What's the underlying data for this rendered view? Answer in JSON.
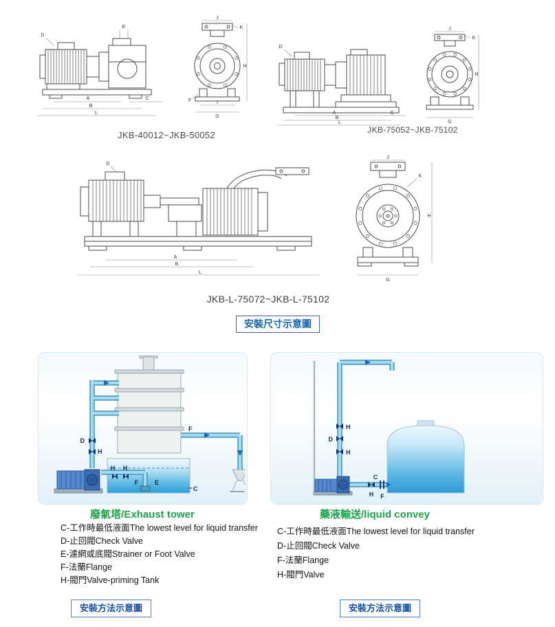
{
  "captions": {
    "group1": "JKB-40012~JKB-50052",
    "group2": "JKB-75052~JKB-75102",
    "group3": "JKB-L-75072~JKB-L-75102"
  },
  "badges": {
    "dimensions": "安裝尺寸示意圖",
    "method": "安裝方法示意圖"
  },
  "dims": {
    "side": {
      "a": "A",
      "b": "B",
      "c": "C",
      "d": "D",
      "e": "E",
      "l": "L"
    },
    "front": {
      "f": "F",
      "g": "G",
      "h": "H",
      "i": "I",
      "j": "J",
      "k": "K"
    }
  },
  "panel_left": {
    "title": "廢氣塔/Exhaust tower",
    "labels": {
      "c": "C",
      "d": "D",
      "e": "E",
      "f": "F",
      "h": "H"
    },
    "notes": [
      "C-工作時最低液面The lowest level for liquid transfer",
      "D-止回閥Check Valve",
      "E-濾網或底閥Strainer or Foot Valve",
      "F-法蘭Flange",
      "H-閥門Valve-priming Tank"
    ]
  },
  "panel_right": {
    "title": "藥液輸送/liquid convey",
    "labels": {
      "c": "C",
      "d": "D",
      "f": "F",
      "h": "H"
    },
    "notes": [
      "C-工作時最低液面The lowest level for liquid transfer",
      "D-止回閥Check Valve",
      "F-法蘭Flange",
      "H-閥門Valve"
    ]
  },
  "colors": {
    "badge_text": "#1464ae",
    "badge_border": "#3c5ca8",
    "title_green": "#1fa24e",
    "pipe_blue": "#7fc9e8",
    "pipe_edge": "#4d9ec6",
    "pump_blue": "#5588cc",
    "water_blue": "#2e9fd8",
    "line_art": "#4a4a4a"
  }
}
